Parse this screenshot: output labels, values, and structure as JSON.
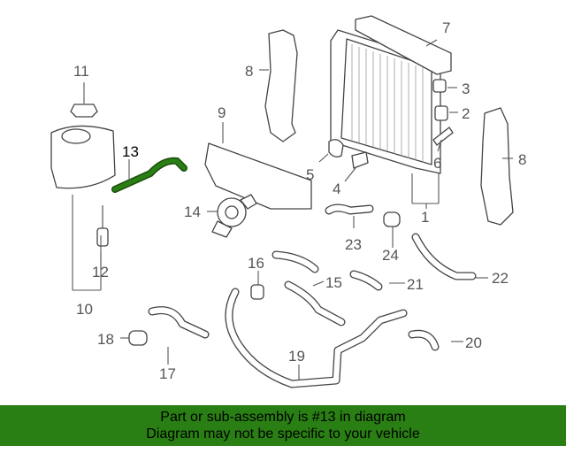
{
  "callouts": {
    "c1": "1",
    "c2": "2",
    "c3": "3",
    "c4": "4",
    "c5": "5",
    "c6": "6",
    "c7": "7",
    "c8a": "8",
    "c8b": "8",
    "c9": "9",
    "c10": "10",
    "c11": "11",
    "c12": "12",
    "c13": "13",
    "c14": "14",
    "c15": "15",
    "c16": "16",
    "c17": "17",
    "c18": "18",
    "c19": "19",
    "c20": "20",
    "c21": "21",
    "c22": "22",
    "c23": "23",
    "c24": "24"
  },
  "highlight": {
    "part": "13",
    "color": "#2a7f14"
  },
  "banner": {
    "line1": "Part or sub-assembly is #13 in diagram",
    "line2": "Diagram may not be specific to your vehicle"
  }
}
